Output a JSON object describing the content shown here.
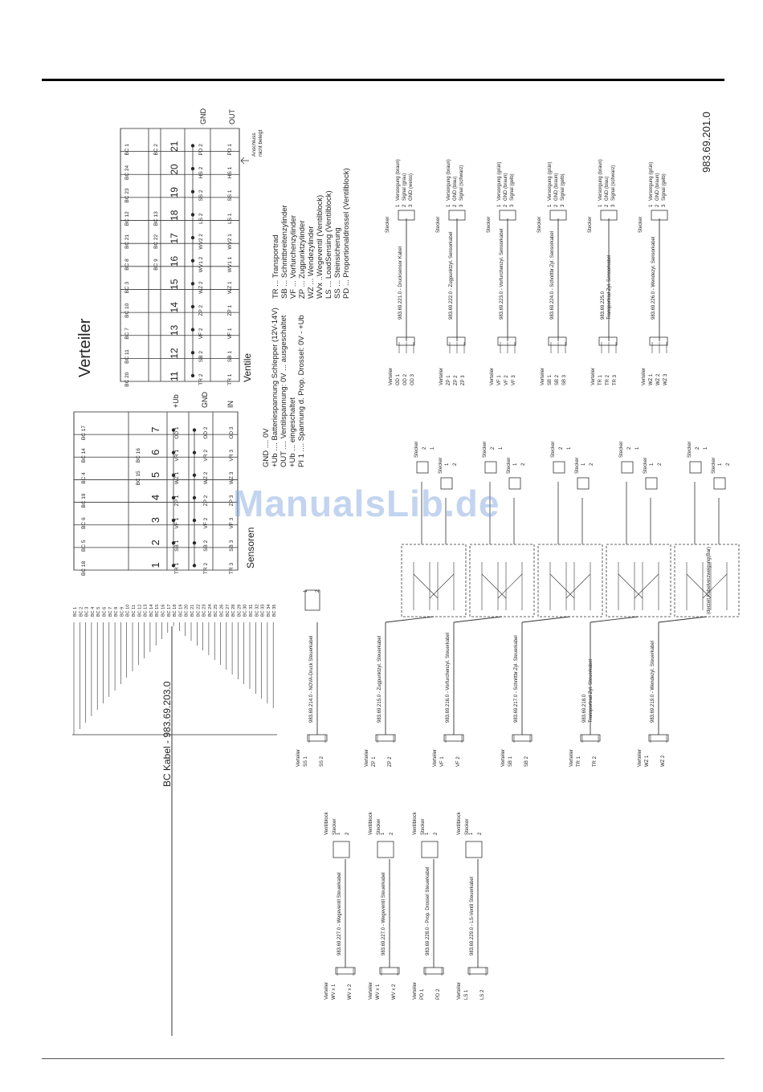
{
  "doc_number": "983.69.201.0",
  "title": "Verteiler",
  "bc_cable_label": "BC Kabel - 983.69.203.0",
  "watermark": "ManualsLib.de",
  "sensoren": {
    "label": "Sensoren",
    "bc_top": [
      "BC 18",
      "BC 5",
      "BC 6",
      "BC 19",
      "BC 4",
      "BC 14",
      "BC 17"
    ],
    "bc_mid": [
      "",
      "",
      "",
      "",
      "BC 15",
      "BC 16",
      ""
    ],
    "numbers": [
      "1",
      "2",
      "3",
      "4",
      "5",
      "6",
      "7"
    ],
    "row1": [
      "TR 1",
      "SB 1",
      "VF 1",
      "ZP 1",
      "WZ 1",
      "VR 1",
      "OD 1"
    ],
    "row2": [
      "TR 2",
      "SB 2",
      "VF 2",
      "ZP 2",
      "WZ 2",
      "VR 2",
      "OD 2"
    ],
    "row3": [
      "TR 3",
      "SB 3",
      "VF 3",
      "ZP 3",
      "WZ 3",
      "VR 3",
      "OD 3"
    ],
    "side": [
      "+Ub",
      "GND",
      "IN"
    ]
  },
  "ventile": {
    "label": "Ventile",
    "bc_top": [
      "BC 20",
      "BC 11",
      "BC 7",
      "BC 10",
      "BC 3",
      "BC 8",
      "BC 21",
      "BC 12",
      "BC 23",
      "BC 24",
      "BC 1"
    ],
    "bc_mid": [
      "",
      "",
      "",
      "",
      "",
      "BC 9",
      "BC 22",
      "BC 13",
      "",
      "",
      "BC 2"
    ],
    "numbers": [
      "11",
      "12",
      "13",
      "14",
      "15",
      "16",
      "17",
      "18",
      "19",
      "20",
      "21"
    ],
    "row2": [
      "TR 2",
      "SB 2",
      "VF 2",
      "ZP 2",
      "WZ 2",
      "WV1 2",
      "WV2 2",
      "LS 2",
      "SS 2",
      "HS 2",
      "PD 2"
    ],
    "row1": [
      "TR 1",
      "SB 1",
      "VF 1",
      "ZP 1",
      "WZ 1",
      "WV1 1",
      "WV2 1",
      "LS 1",
      "SS 1",
      "HS 1",
      "PD 1"
    ],
    "side": [
      "GND",
      "OUT"
    ],
    "anschluss": [
      "Anschluss",
      "nicht belegt"
    ]
  },
  "legend_left": [
    "GND ....  0V",
    "+Ub ....  Batteriespannung Schlepper (12V-14V)",
    "OUT ....  Ventilspannung:  0V ... ausgeschaltet",
    "                                +Ub ... eingeschaltet",
    "PI 1 ....  Spannung d. Prop. Drossel: 0V - +Ub"
  ],
  "legend_right": [
    "TR ...  Transportrad",
    "SB ...  Schnittbreitenzylinder",
    "VF ...  Vorfurchenzylinder",
    "ZP ...  Zugpunktzylinder",
    "WZ ...  Wendezylinder",
    "WVx ..Wegeventil (Ventilblock)",
    "LS ...  LoadSensing (Ventilblock)",
    "SS ...  Steinsicherung",
    "PD ...  Proportionaldrossel (Ventilblock)"
  ],
  "bc_pins": [
    "BC 1",
    "BC 2",
    "BC 3",
    "BC 4",
    "BC 5",
    "BC 6",
    "BC 7",
    "BC 8",
    "BC 9",
    "BC 10",
    "BC 11",
    "BC 12",
    "BC 13",
    "BC 14",
    "BC 15",
    "BC 16",
    "BC 17",
    "BC 18",
    "BC 19",
    "BC 20",
    "BC 21",
    "BC 22",
    "BC 23",
    "BC 24",
    "BC 25",
    "BC 26",
    "BC 27",
    "BC 28",
    "BC 29",
    "BC 30",
    "BC 31",
    "BC 32",
    "BC 33",
    "BC 34",
    "BC 35"
  ],
  "sensor_cables": [
    {
      "label": "983.69.221.0 - Drucksensor Kabel",
      "pins": [
        "OD 1",
        "OD 2",
        "OD 3"
      ],
      "plug": [
        "1",
        "2",
        "3"
      ],
      "sig": [
        "Versorgung (braun)",
        "Signal (grau)",
        "GND (weiss)"
      ]
    },
    {
      "label": "983.69.222.0 - Zugpunktzyl. Sensorkabel",
      "pins": [
        "ZP 1",
        "ZP 2",
        "ZP 3"
      ],
      "plug": [
        "1",
        "2",
        "3"
      ],
      "sig": [
        "Versorgung (braun)",
        "GND (blau)",
        "Signal (schwarz)"
      ]
    },
    {
      "label": "983.69.223.0 - Vorfurchenzyl. Sensorkabel",
      "pins": [
        "VF 1",
        "VF 2",
        "VF 3"
      ],
      "plug": [
        "1",
        "2",
        "3"
      ],
      "sig": [
        "Versorgung (grün)",
        "GND (braun)",
        "Signal (gelb)"
      ]
    },
    {
      "label": "983.69.224.0 - Schnittbr.Zyl. Sensorkabel",
      "pins": [
        "SB 1",
        "SB 2",
        "SB 3"
      ],
      "plug": [
        "1",
        "2",
        "3"
      ],
      "sig": [
        "Versorgung (grün)",
        "GND (braun)",
        "Signal (gelb)"
      ]
    },
    {
      "label": "983.69.225.0",
      "label2": "Transportrad Zyl. Sensorkabel",
      "pins": [
        "TR 1",
        "TR 2",
        "TR 3"
      ],
      "plug": [
        "1",
        "2",
        "3"
      ],
      "sig": [
        "Versorgung (braun)",
        "GND (blau)",
        "Signal (schwarz)"
      ]
    },
    {
      "label": "983.69.226.0 - Wendezyl. Sensorkabel",
      "pins": [
        "WZ 1",
        "WZ 2",
        "WZ 3"
      ],
      "plug": [
        "1",
        "2",
        "3"
      ],
      "sig": [
        "Versorgung (grün)",
        "GND (braun)",
        "Signal (gelb)"
      ]
    }
  ],
  "verteiler_word": "Verteiler",
  "stecker_word": "Stecker",
  "ventilblock_word": "Ventilblock",
  "valve_cables": [
    {
      "label": "983.69.214.0 - NOVA-Druck Steuerkabel",
      "pins": [
        "SS 1",
        "SS 2"
      ]
    },
    {
      "label": "983.69.215.0 - Zugpunktzyl. Steuerkabel",
      "pins": [
        "ZP 1",
        "ZP 2"
      ]
    },
    {
      "label": "983.69.216.0 - Vorfurchenzyl. Steuerkabel",
      "pins": [
        "VF 1",
        "VF 2"
      ]
    },
    {
      "label": "983.69.217.0 - Schnittbr.Zyl. Steuerkabel",
      "pins": [
        "SB 1",
        "SB 2"
      ]
    },
    {
      "label": "983.69.218.0",
      "label2": "Transportrad Zyl. Steuerkabel",
      "pins": [
        "TR 1",
        "TR 2"
      ]
    },
    {
      "label": "983.69.219.0 - Wendezyl. Steuerkabel",
      "pins": [
        "WZ 1",
        "WZ 2"
      ]
    }
  ],
  "block_cables": [
    {
      "label": "983.69.227.0 - Wegeventil Steuerkabel",
      "pins": [
        "WV x 1",
        "WV x 2"
      ]
    },
    {
      "label": "983.69.227.0 - Wegeventil Steuerkabel",
      "pins": [
        "WV x 1",
        "WV x 2"
      ]
    },
    {
      "label": "983.69.228.0 - Prop. Drossel Steuerkabel",
      "pins": [
        "PD 1",
        "PD 2"
      ]
    },
    {
      "label": "983.69.229.0 - LS-Ventil Steuerkabel",
      "pins": [
        "LS 1",
        "LS 2"
      ]
    }
  ],
  "kabelverzweigung_note": "(derzeit Kabelverzweigung(Bar)"
}
